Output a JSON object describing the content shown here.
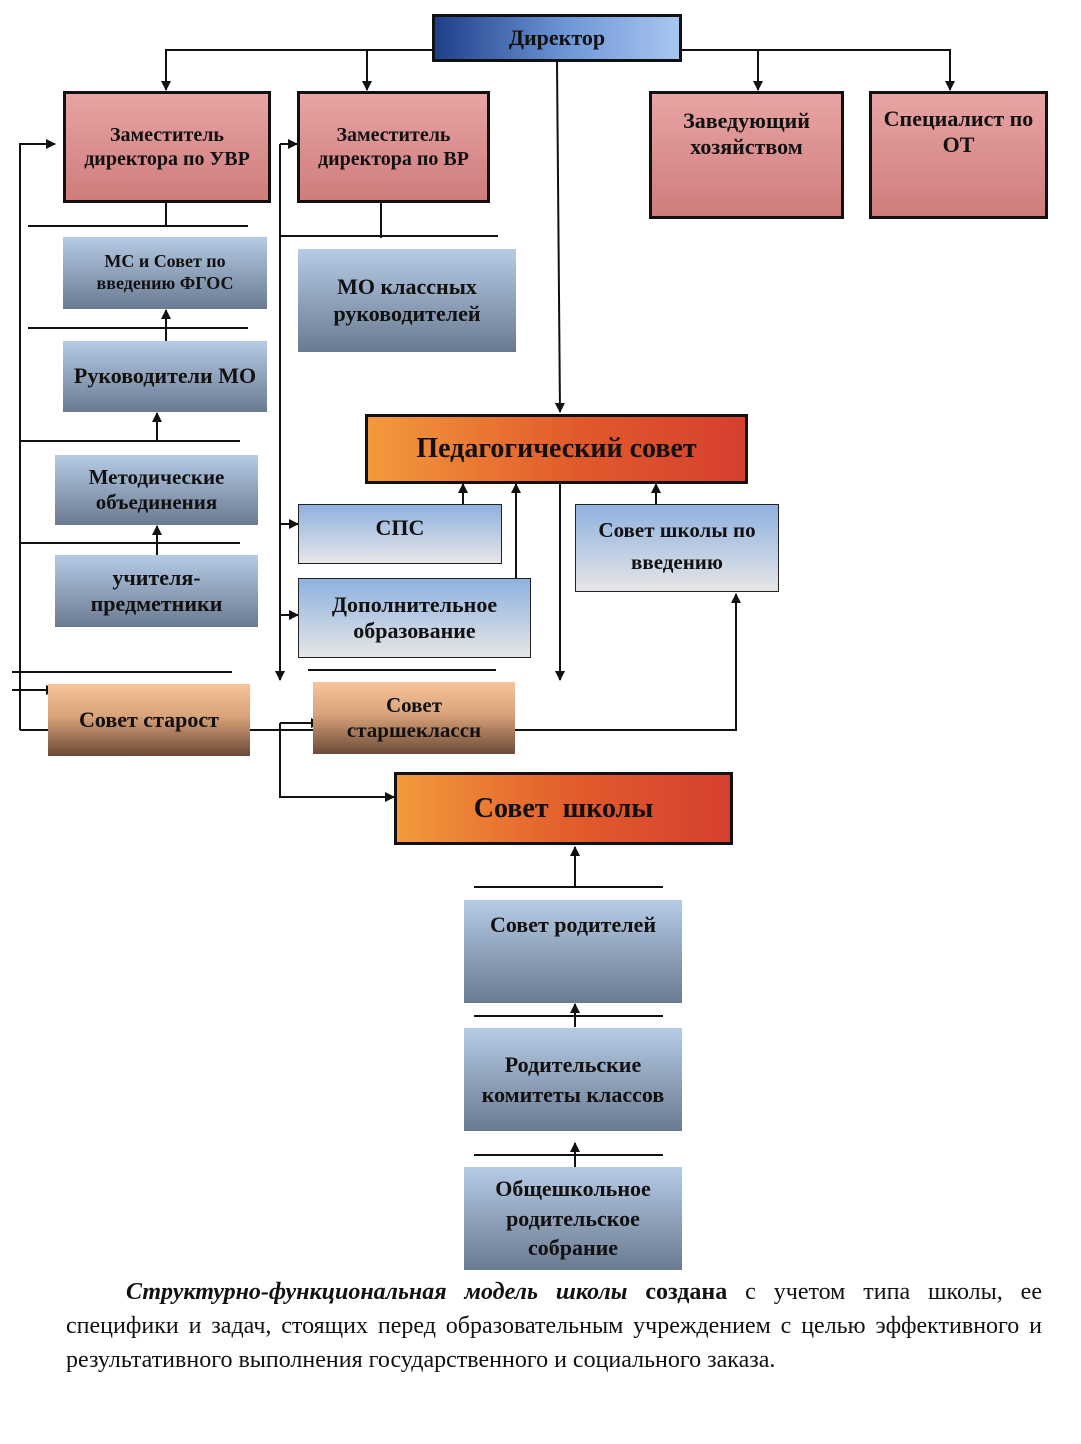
{
  "diagram": {
    "director": "Директор",
    "deputy_uvr": "Заместитель директора по УВР",
    "deputy_vr": "Заместитель директора по ВР",
    "household_head": "Заведующий хозяйством",
    "ot_specialist": "Специалист по ОТ",
    "ms_fgos": "МС и Совет по введению ФГОС",
    "mo_heads": "Руководители МО",
    "method_unions": "Методические объединения",
    "subject_teachers": "учителя-предметники",
    "mo_class_teachers": "МО классных руководителей",
    "ped_council": "Педагогический совет",
    "sps": "СПС",
    "additional_education": "Дополнительное образование",
    "school_council_intro": "Совет школы по введению",
    "elders_council": "Совет старост",
    "seniors_council": "Совет старшеклассн",
    "school_council": "Совет  школы",
    "parents_council": "Совет родителей",
    "class_parent_committees": "Родительские комитеты классов",
    "general_parent_meeting": "Общешкольное родительское собрание"
  },
  "caption": {
    "italic_part": "Структурно-функциональная модель школы",
    "bold_part": "создана",
    "rest": " с учетом типа школы, ее специфики и задач, стоящих перед образовательным учреждением с целью эффективного и результативного выполнения государственного и социального заказа."
  },
  "colors": {
    "director_gradient": [
      "#1f3f8a",
      "#a9c6ee"
    ],
    "deputy_fill": "#e8a4a4",
    "council_gradient": [
      "#f39a3c",
      "#d63f2f"
    ],
    "unit_gradient": [
      "#b6cbe6",
      "#6a7a90"
    ],
    "student_council_gradient": [
      "#f6c49c",
      "#6b4a37"
    ]
  }
}
